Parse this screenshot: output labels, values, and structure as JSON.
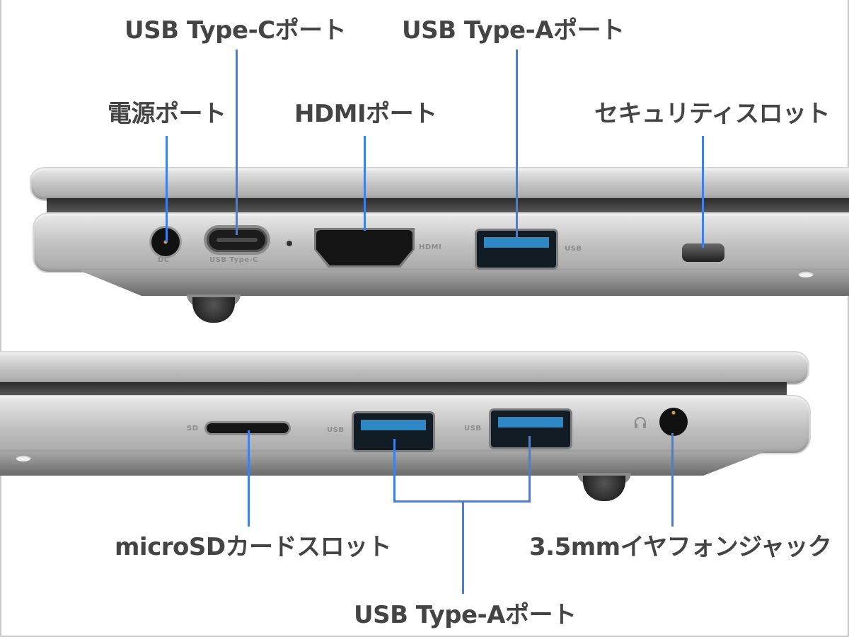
{
  "diagram": {
    "accent_color": "#3f7fe8",
    "top_view": {
      "callouts": [
        {
          "id": "power",
          "label": "電源ポート"
        },
        {
          "id": "usb_c",
          "label": "USB Type-Cポート"
        },
        {
          "id": "hdmi",
          "label": "HDMIポート"
        },
        {
          "id": "usb_a",
          "label": "USB Type-Aポート"
        },
        {
          "id": "security",
          "label": "セキュリティスロット"
        }
      ],
      "port_markings": {
        "dc": "DC",
        "usb_c": "USB Type-C",
        "hdmi": "HDMI",
        "usb_a": "USB"
      }
    },
    "bottom_view": {
      "callouts": [
        {
          "id": "microsd",
          "label": "microSDカードスロット"
        },
        {
          "id": "usb_a_pair",
          "label": "USB Type-Aポート"
        },
        {
          "id": "earphone",
          "label": "3.5mmイヤフォンジャック"
        }
      ],
      "port_markings": {
        "sd": "SD",
        "usb_a_1": "USB",
        "usb_a_2": "USB",
        "headphone_icon": "headphone-icon"
      }
    }
  }
}
